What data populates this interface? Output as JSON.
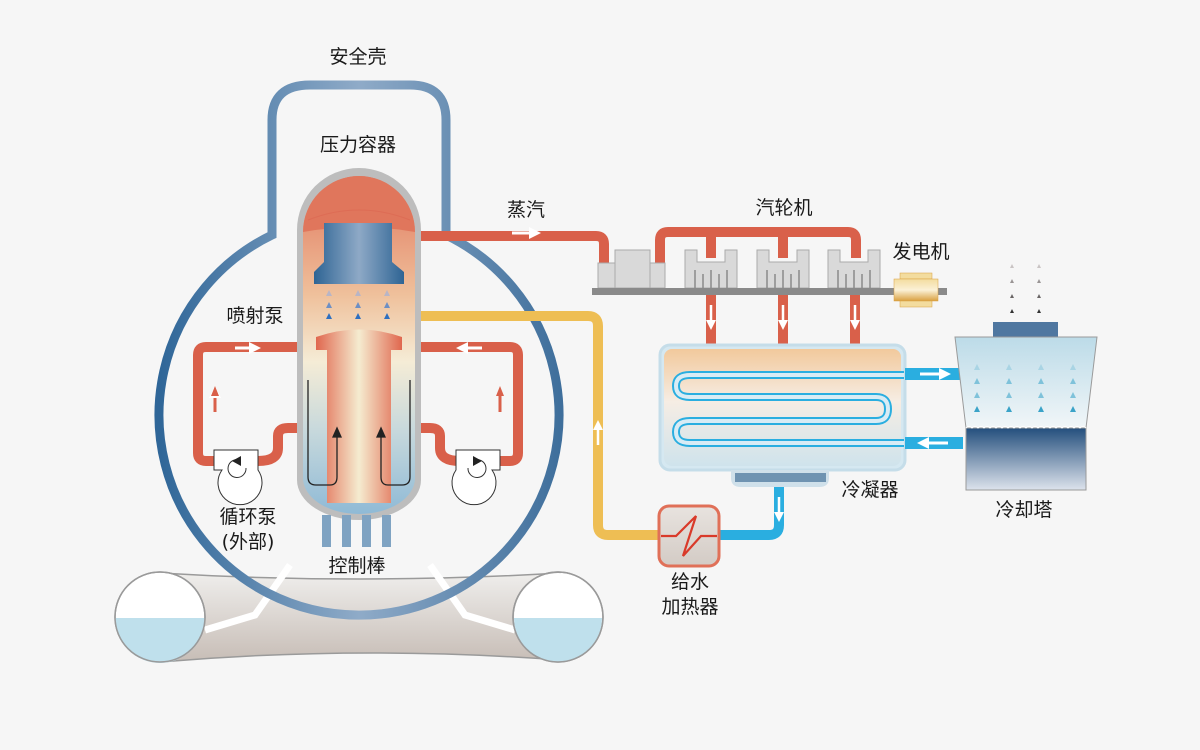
{
  "title": "Boiling Water Reactor schematic",
  "labels": {
    "containment": "安全壳",
    "pressure_vessel": "压力容器",
    "steam": "蒸汽",
    "turbine": "汽轮机",
    "generator": "发电机",
    "jet_pump": "喷射泵",
    "recirc_pump_line1": "循环泵",
    "recirc_pump_line2": "(外部)",
    "control_rods": "控制棒",
    "condenser": "冷凝器",
    "cooling_tower": "冷却塔",
    "feedwater_heater_line1": "给水",
    "feedwater_heater_line2": "加热器"
  },
  "colors": {
    "background": "#f6f6f6",
    "steam_pipe": "#d9604a",
    "feedwater_pipe": "#eebe54",
    "cooling_water": "#2aaee0",
    "containment": "#5a84ad",
    "turbine_casing": "#d9d9d9",
    "shaft": "#8a8a8a",
    "generator": "#e8b85a",
    "heater_zigzag": "#d93a2a"
  }
}
